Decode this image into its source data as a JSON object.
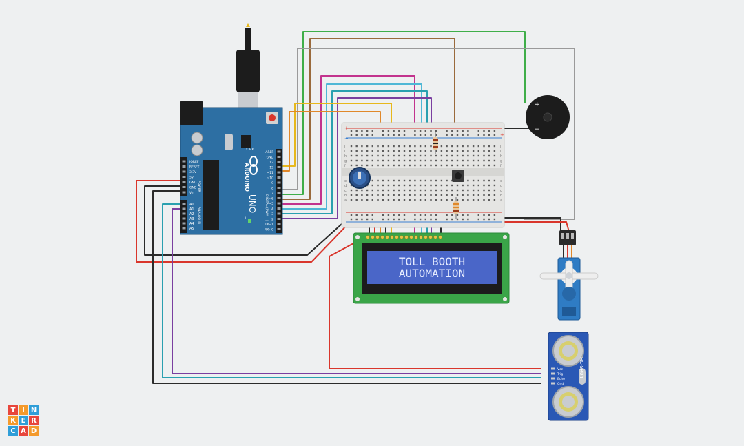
{
  "logo": {
    "letters": [
      "T",
      "I",
      "N",
      "K",
      "E",
      "R",
      "C",
      "A",
      "D"
    ],
    "colors": [
      "#e8463c",
      "#f49a2c",
      "#2f9ed8",
      "#f49a2c",
      "#2f9ed8",
      "#e8463c",
      "#2f9ed8",
      "#e8463c",
      "#f49a2c"
    ]
  },
  "lcd": {
    "line1": "TOLL BOOTH",
    "line2": "AUTOMATION"
  },
  "arduino": {
    "brand": "ARDUINO",
    "model": "UNO",
    "digital_label": "DIGITAL (PWM ~)",
    "analog_label": "ANALOG IN",
    "power_label": "POWER",
    "digital_pins": [
      "AREF",
      "GND",
      "13",
      "12",
      "~11",
      "~10",
      "~9",
      "8",
      "7",
      "~6",
      "~5",
      "4",
      "~3",
      "2",
      "TX→1",
      "RX←0"
    ],
    "power_pins": [
      "IOREF",
      "RESET",
      "3.3V",
      "5V",
      "GND",
      "GND",
      "Vin"
    ],
    "analog_pins": [
      "A0",
      "A1",
      "A2",
      "A3",
      "A4",
      "A5"
    ],
    "tx_label": "TX",
    "rx_label": "RX",
    "l_label": "L"
  },
  "ultrasonic": {
    "model": "HC-SR04",
    "pins": [
      "Vcc",
      "Trig",
      "Echo",
      "Gnd"
    ]
  },
  "buzzer": {
    "plus": "+",
    "minus": "−"
  },
  "breadboard": {
    "row_letters_top": [
      "j",
      "i",
      "h",
      "g",
      "f"
    ],
    "row_letters_bottom": [
      "e",
      "d",
      "c",
      "b",
      "a"
    ],
    "plus": "+",
    "minus": "−"
  },
  "colors": {
    "board": "#2d6fa3",
    "lcd_pcb": "#3aa548",
    "lcd_screen": "#4a66c8",
    "lcd_text": "#e6ecff",
    "breadboard": "#e5e5e3",
    "wire_red": "#d9362c",
    "wire_black": "#2b2b2b",
    "wire_green": "#3fae49",
    "wire_brown": "#9a6a3c",
    "wire_gray": "#9a9a9a",
    "wire_magenta": "#c2338e",
    "wire_cyan": "#4fb7d6",
    "wire_teal": "#2aa0b0",
    "wire_purple": "#7a3fa0",
    "wire_orange": "#e0882a",
    "wire_yellow": "#e7b81c",
    "wire_blue": "#3a7fd0",
    "servo": "#2f7cc4",
    "sensor_board": "#2a58b5"
  }
}
